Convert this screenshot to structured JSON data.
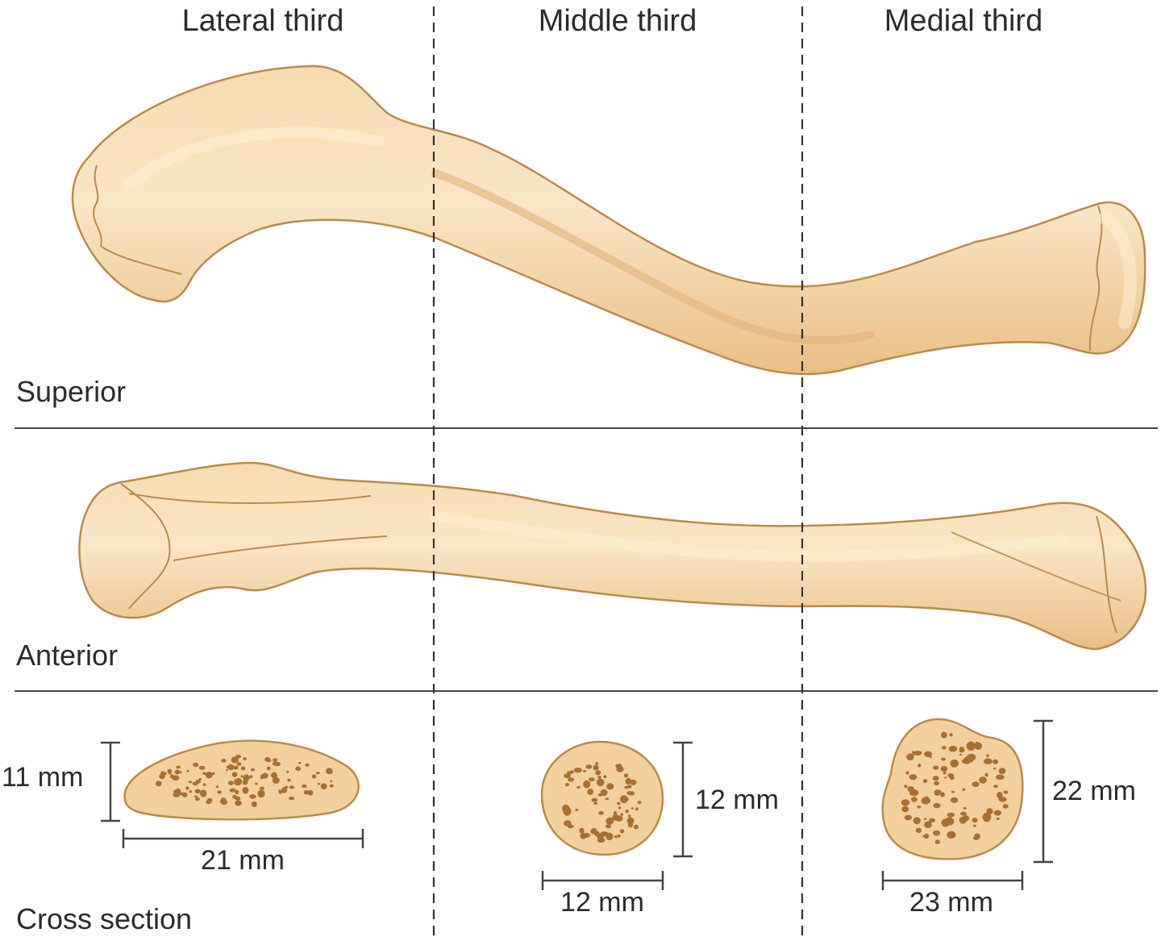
{
  "columns": {
    "lateral": "Lateral third",
    "middle": "Middle third",
    "medial": "Medial third"
  },
  "views": {
    "superior": "Superior",
    "anterior": "Anterior",
    "cross_section": "Cross section"
  },
  "dimensions": {
    "lateral": {
      "height": "11 mm",
      "width": "21 mm"
    },
    "middle": {
      "height": "12 mm",
      "width": "12 mm"
    },
    "medial": {
      "height": "22 mm",
      "width": "23 mm"
    }
  },
  "colors": {
    "bone_fill": "#f1d09c",
    "bone_highlight": "#f8e3bf",
    "bone_outline": "#b98a4c",
    "bone_shadow": "#d9ae6c",
    "marrow": "#a8702e",
    "line": "#444444"
  }
}
